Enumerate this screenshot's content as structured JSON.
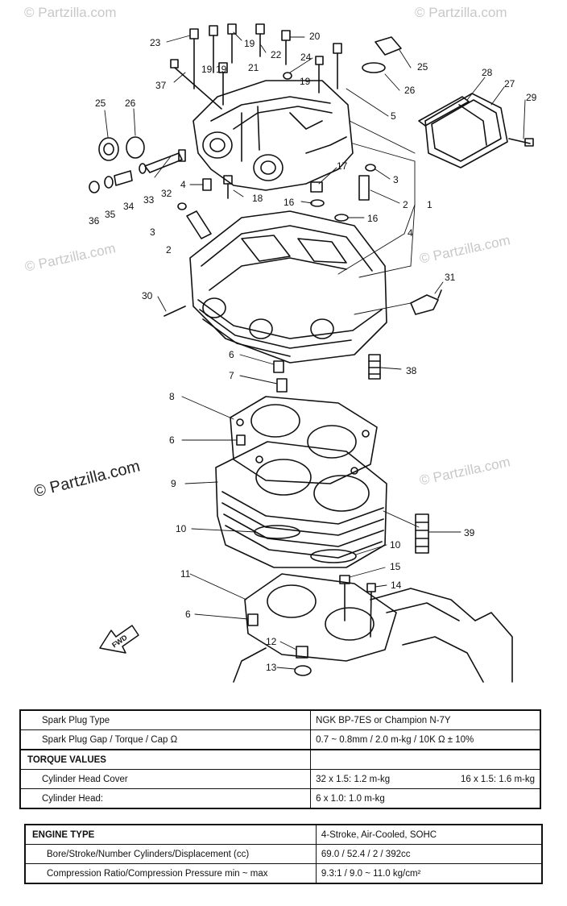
{
  "watermark": {
    "small": "© Partzilla.com",
    "large": "© Partzilla.com"
  },
  "callouts": [
    "23",
    "19",
    "19",
    "22",
    "20",
    "24",
    "25",
    "37",
    "19",
    "21",
    "19",
    "26",
    "28",
    "27",
    "29",
    "25",
    "26",
    "5",
    "17",
    "3",
    "4",
    "18",
    "2",
    "1",
    "33",
    "32",
    "36",
    "35",
    "34",
    "16",
    "16",
    "3",
    "2",
    "4",
    "30",
    "31",
    "6",
    "38",
    "7",
    "8",
    "6",
    "9",
    "10",
    "39",
    "10",
    "15",
    "11",
    "14",
    "6",
    "12",
    "13"
  ],
  "fwd_label": "FWD",
  "spec_table": {
    "rows": [
      {
        "label": "Spark Plug Type",
        "value": "NGK BP-7ES or Champion N-7Y"
      },
      {
        "label": "Spark Plug Gap / Torque / Cap Ω",
        "value": "0.7 ~ 0.8mm / 2.0 m-kg / 10K Ω ± 10%"
      }
    ],
    "torque_header": "TORQUE VALUES",
    "torque_rows": [
      {
        "label": "Cylinder Head Cover",
        "value_a": "32 x 1.5: 1.2 m-kg",
        "value_b": "16 x 1.5: 1.6 m-kg"
      },
      {
        "label": "Cylinder Head:",
        "value_a": "6 x 1.0: 1.0 m-kg",
        "value_b": ""
      }
    ]
  },
  "engine_table": {
    "header_label": "ENGINE TYPE",
    "header_value": "4-Stroke, Air-Cooled, SOHC",
    "rows": [
      {
        "label": "Bore/Stroke/Number Cylinders/Displacement (cc)",
        "value": "69.0 / 52.4 / 2 / 392cc"
      },
      {
        "label": "Compression Ratio/Compression Pressure min ~ max",
        "value": "9.3:1 / 9.0 ~ 11.0 kg/cm²"
      }
    ]
  }
}
